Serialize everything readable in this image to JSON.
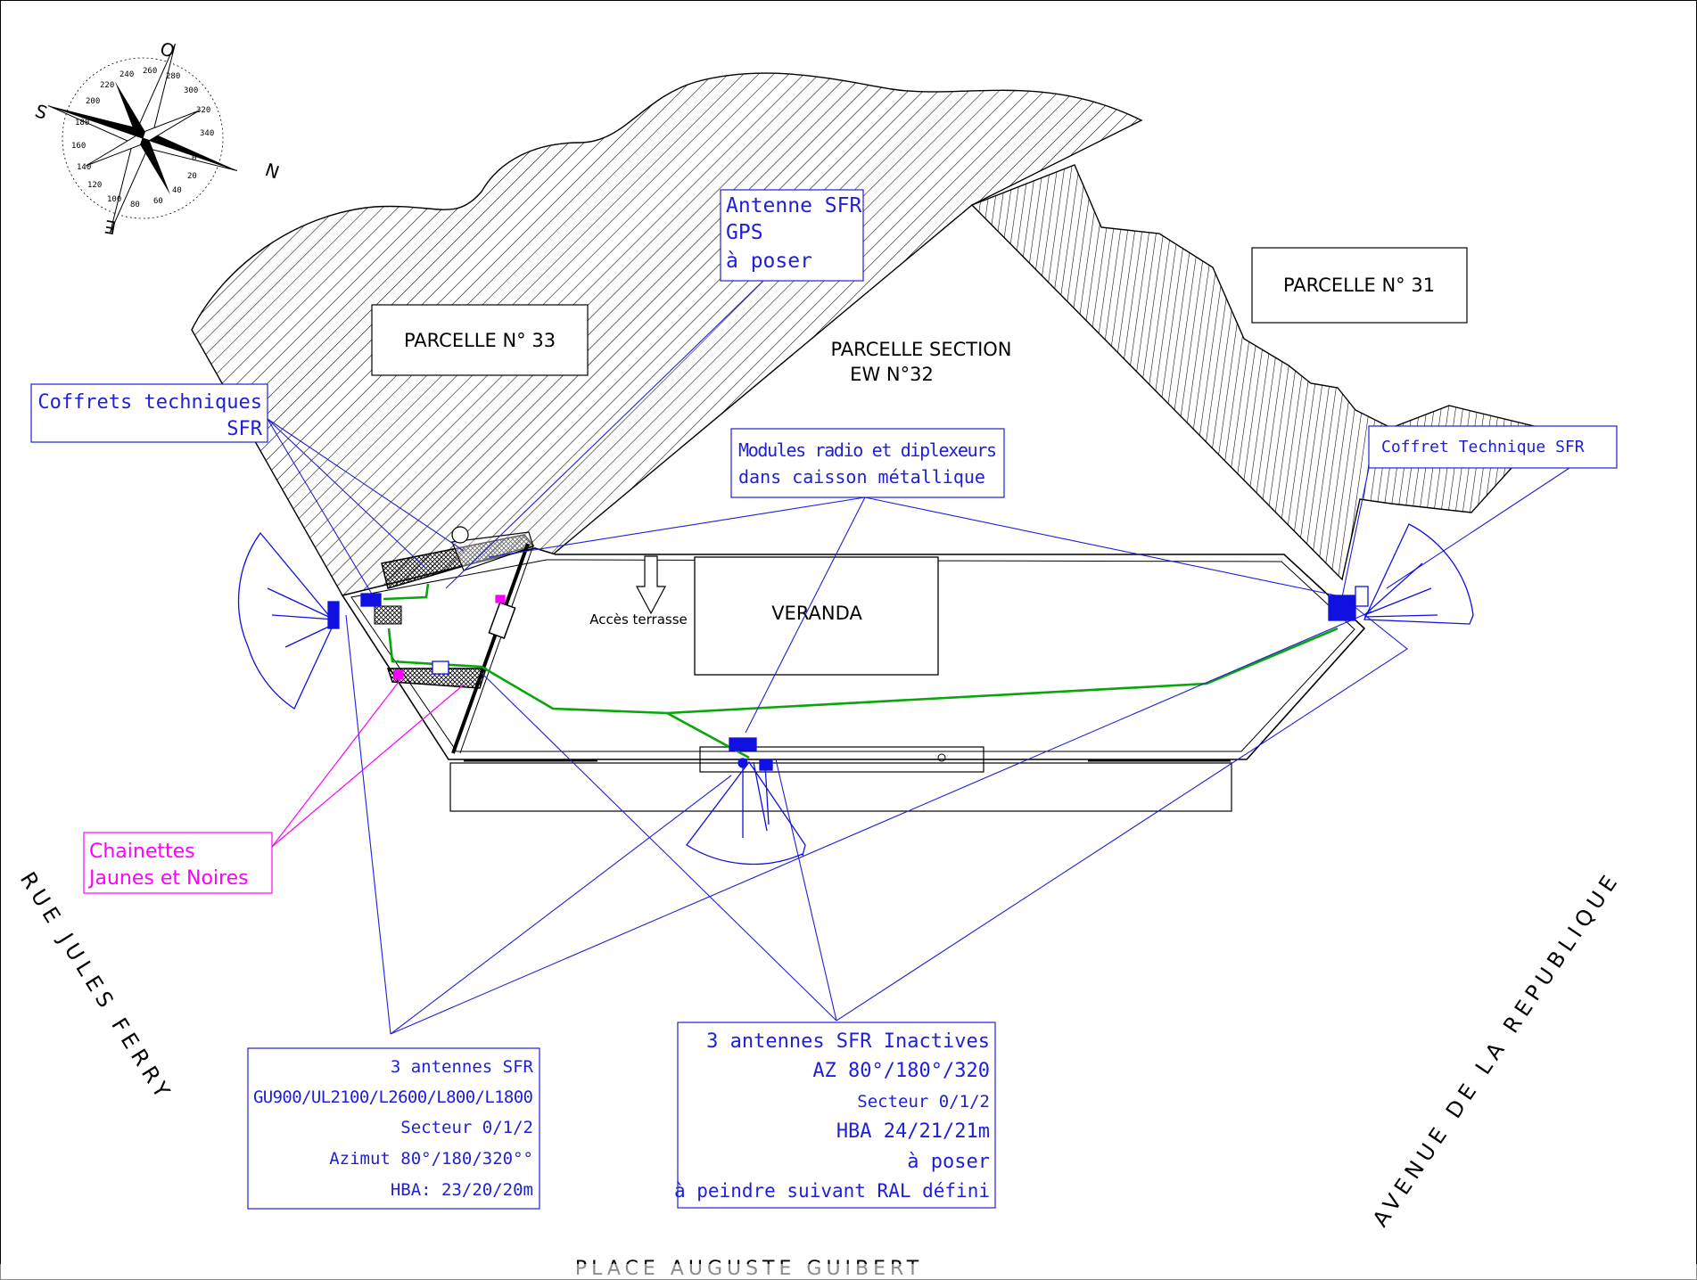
{
  "compass": {
    "letters": {
      "north": "N",
      "south": "S",
      "east": "E",
      "west": "O"
    },
    "degrees": [
      "0",
      "20",
      "40",
      "60",
      "80",
      "100",
      "120",
      "140",
      "160",
      "180",
      "200",
      "220",
      "240",
      "260",
      "280",
      "300",
      "320",
      "340"
    ]
  },
  "parcels": {
    "p33": "PARCELLE N° 33",
    "p31": "PARCELLE N° 31",
    "p32_line1": "PARCELLE SECTION",
    "p32_line2": "EW N°32"
  },
  "building": {
    "veranda": "VERANDA",
    "terrace_access": "Accès terrasse"
  },
  "streets": {
    "left": "RUE JULES FERRY",
    "right": "AVENUE DE LA REPUBLIQUE",
    "bottom": "PLACE AUGUSTE GUIBERT"
  },
  "callouts": {
    "gps": [
      "Antenne SFR",
      "GPS",
      "à poser"
    ],
    "coffrets": [
      "Coffrets techniques",
      "SFR"
    ],
    "modules": [
      "Modules radio et diplexeurs",
      "dans caisson métallique"
    ],
    "coffret_right": [
      "Coffret Technique SFR"
    ],
    "chainettes": [
      "Chainettes",
      "Jaunes et Noires"
    ],
    "antennas_active": [
      "3 antennes SFR",
      "GU900/UL2100/L2600/L800/L1800",
      "Secteur 0/1/2",
      "Azimut 80°/180/320°°",
      "HBA: 23/20/20m"
    ],
    "antennas_inactive": [
      "3 antennes SFR Inactives",
      "AZ 80°/180°/320",
      "Secteur 0/1/2",
      "HBA 24/21/21m",
      "à poser",
      "à peindre suivant RAL défini"
    ]
  },
  "colors": {
    "callout_blue": "#1f1fd6",
    "antenna_blue": "#1010e0",
    "cable_green": "#0aa50a",
    "chain_magenta": "#ff00ff",
    "line_black": "#000000"
  }
}
